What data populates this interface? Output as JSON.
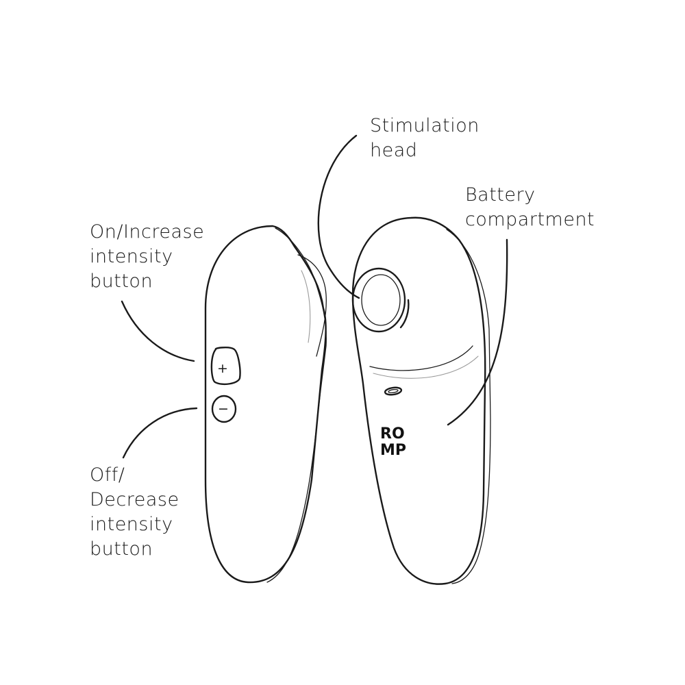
{
  "labels": {
    "on_increase": [
      "On/Increase",
      "intensity",
      "button"
    ],
    "off_decrease": [
      "Off/",
      "Decrease",
      "intensity",
      "button"
    ],
    "stimulation_head": [
      "Stimulation",
      "head"
    ],
    "battery_compartment": [
      "Battery",
      "compartment"
    ]
  },
  "device": {
    "logo_line1": "RO",
    "logo_line2": "MP",
    "plus_symbol": "+",
    "minus_symbol": "−"
  },
  "colors": {
    "line": "#1a1a1a",
    "background": "#ffffff"
  }
}
